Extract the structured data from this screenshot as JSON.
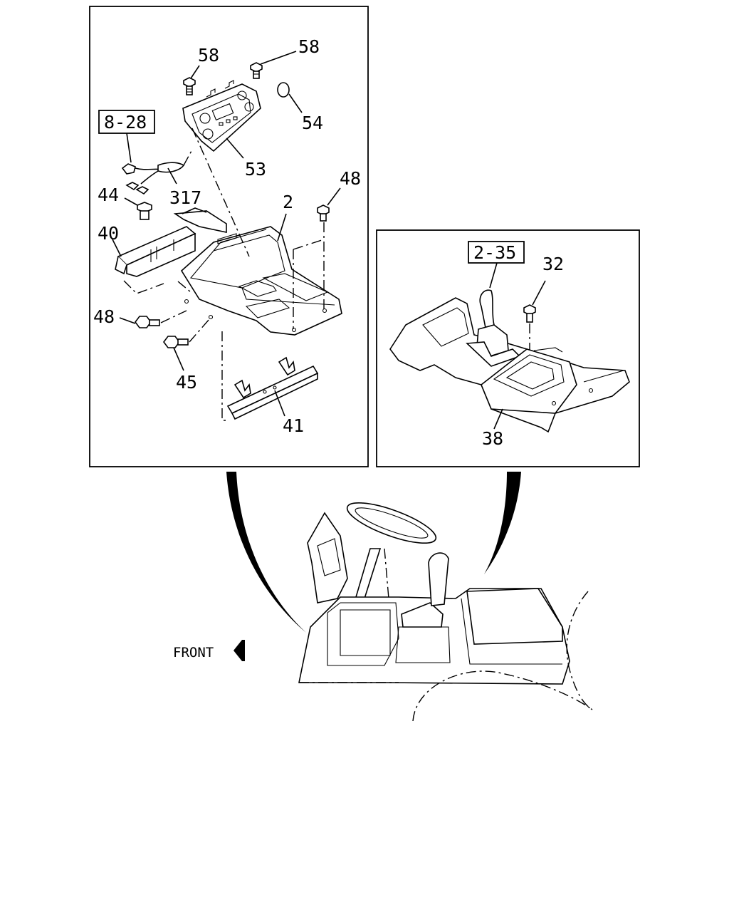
{
  "panels": {
    "left": {
      "callouts": [
        {
          "id": "c58a",
          "text": "58"
        },
        {
          "id": "c58b",
          "text": "58"
        },
        {
          "id": "c54",
          "text": "54"
        },
        {
          "id": "c53",
          "text": "53"
        },
        {
          "id": "c317",
          "text": "317"
        },
        {
          "id": "c44",
          "text": "44"
        },
        {
          "id": "c2",
          "text": "2"
        },
        {
          "id": "c48a",
          "text": "48"
        },
        {
          "id": "c40",
          "text": "40"
        },
        {
          "id": "c48b",
          "text": "48"
        },
        {
          "id": "c45",
          "text": "45"
        },
        {
          "id": "c41",
          "text": "41"
        }
      ],
      "ref_box": "8-28"
    },
    "right": {
      "callouts": [
        {
          "id": "c32",
          "text": "32"
        },
        {
          "id": "c38",
          "text": "38"
        }
      ],
      "ref_box": "2-35"
    }
  },
  "overview": {
    "direction_label": "FRONT",
    "direction_icon": "arrow-left-icon"
  }
}
